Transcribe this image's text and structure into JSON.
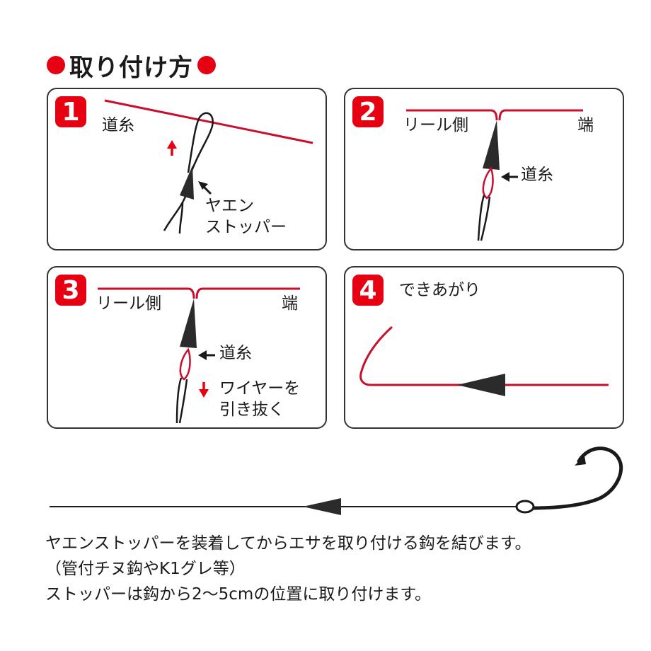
{
  "title": "取り付け方",
  "colors": {
    "accent": "#e60012",
    "line": "#c8102e",
    "dark": "#1a1a1a"
  },
  "panels": [
    {
      "number": "1",
      "labels": {
        "michiito": "道糸",
        "stopper_line1": "ヤエン",
        "stopper_line2": "ストッパー"
      }
    },
    {
      "number": "2",
      "labels": {
        "reel_side": "リール側",
        "end": "端",
        "michiito": "道糸"
      }
    },
    {
      "number": "3",
      "labels": {
        "reel_side": "リール側",
        "end": "端",
        "michiito": "道糸",
        "pull_line1": "ワイヤーを",
        "pull_line2": "引き抜く"
      }
    },
    {
      "number": "4",
      "heading": "できあがり"
    }
  ],
  "notes": [
    "ヤエンストッパーを装着してからエサを取り付ける鈎を結びます。",
    "（管付チヌ鈎やK1グレ等）",
    "ストッパーは鈎から2～5cmの位置に取り付けます。"
  ]
}
